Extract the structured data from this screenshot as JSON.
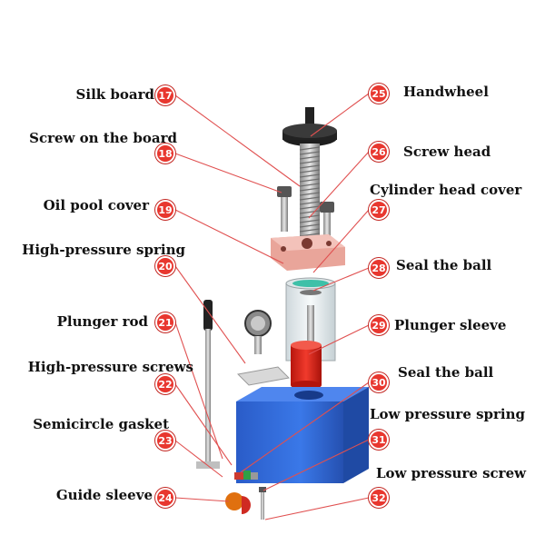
{
  "callouts": [
    {
      "id": "17",
      "number": "17",
      "text": "Silk board",
      "side": "left"
    },
    {
      "id": "18",
      "number": "18",
      "text": "Screw on the board",
      "side": "left"
    },
    {
      "id": "19",
      "number": "19",
      "text": "Oil pool cover",
      "side": "left"
    },
    {
      "id": "20",
      "number": "20",
      "text": "High-pressure spring",
      "side": "left"
    },
    {
      "id": "21",
      "number": "21",
      "text": "Plunger rod",
      "side": "left"
    },
    {
      "id": "22",
      "number": "22",
      "text": "High-pressure screws",
      "side": "left"
    },
    {
      "id": "23",
      "number": "23",
      "text": "Semicircle gasket",
      "side": "left"
    },
    {
      "id": "24",
      "number": "24",
      "text": "Guide sleeve",
      "side": "left"
    },
    {
      "id": "25",
      "number": "25",
      "text": "Handwheel",
      "side": "right"
    },
    {
      "id": "26",
      "number": "26",
      "text": "Screw head",
      "side": "right"
    },
    {
      "id": "27",
      "number": "27",
      "text": "Cylinder head cover",
      "side": "right"
    },
    {
      "id": "28",
      "number": "28",
      "text": "Seal the ball",
      "side": "right"
    },
    {
      "id": "29",
      "number": "29",
      "text": "Plunger sleeve",
      "side": "right"
    },
    {
      "id": "30",
      "number": "30",
      "text": "Seal the ball",
      "side": "right"
    },
    {
      "id": "31",
      "number": "31",
      "text": "Low pressure spring",
      "side": "right"
    },
    {
      "id": "32",
      "number": "32",
      "text": "Low pressure screw",
      "side": "right"
    }
  ],
  "colors": {
    "badge": "#e8372f",
    "leader_line": "#e05050",
    "base_block": "#2f66d8",
    "plunger_sleeve": "#d92b20",
    "screw_head": "#e9a59a",
    "dark_parts": "#2a2a2a",
    "guide_sleeve": "#e0700f"
  }
}
